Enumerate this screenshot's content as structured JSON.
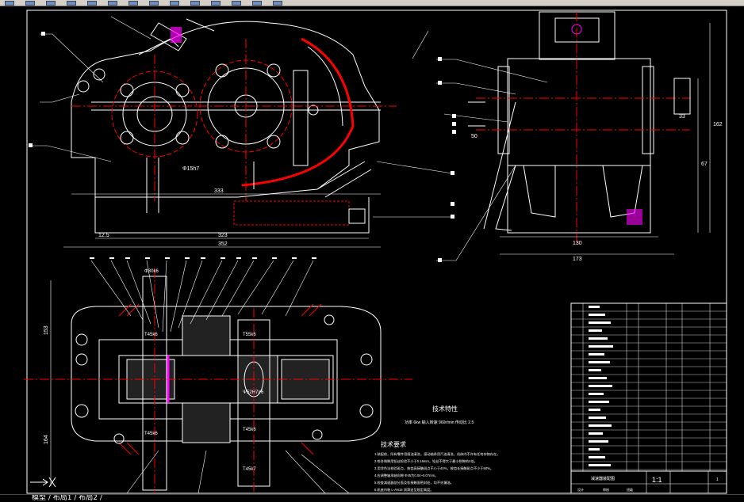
{
  "toolbar": {
    "buttons": [
      "new-icon",
      "open-icon",
      "save-icon",
      "print-icon",
      "cut-icon",
      "copy-icon",
      "paste-icon",
      "undo-icon",
      "redo-icon",
      "pan-icon",
      "zoom-icon",
      "properties-icon",
      "layer-icon",
      "help-icon"
    ]
  },
  "drawing": {
    "front_view": {
      "dim_center": "Φ15h7",
      "dim_width_inner": "333",
      "dim_base": "323",
      "dim_left": "12.5",
      "dim_total": "352"
    },
    "side_view": {
      "dim_flange": "33",
      "dim_height": "67",
      "dim_total_h": "162",
      "dim_base_w": "130",
      "dim_total_w": "173",
      "dim_left": "50"
    },
    "top_view": {
      "dim_shaft_top": "Φ30k6",
      "dim_h1": "153",
      "dim_h2": "164",
      "dim_bear1": "Τ45k6",
      "dim_bear2": "Τ55k6",
      "dim_gear": "Ψ52H7/r6",
      "dim_bear3": "Τ45k6",
      "dim_bear4": "Τ45k6",
      "dim_shaft_bot": "Τ45k7"
    },
    "notes": {
      "spec_title": "技术特性",
      "spec_line": "功率 6kw  输入转速  960r/min  传动比  2.5",
      "req_title": "技术要求",
      "req_lines": [
        "1.装配前，所有零件用煤油清洗，滚动轴承用汽油清洗，机体内不许有任何杂物存在。",
        "2.啡合侧隙用铅丝检验不小于0.16mm，铅丝不得大于最小侧隙的4倍。",
        "3.用涂色法检验斑点，按齿高接触斑点不小于40%，按齿长接触斑点不小于50%。",
        "4.应调整轴承轴向隙 Φ45为0.04~0.07mm。",
        "5.检查减速器剖分面及各接触面密封处，均不许漏油。",
        "6.机座内装 L-AN15 润滑油至规定高度。"
      ]
    },
    "title_block": {
      "scale": "1:1",
      "name": "减速器装配图",
      "sheet": "1",
      "designer": "设计",
      "checker": "审核",
      "school": "班级"
    }
  },
  "command_line": {
    "prompt": "模型  /  布局1  /  布局2  /"
  },
  "colors": {
    "background": "#000000",
    "outline": "#ffffff",
    "centerline": "#ff0000",
    "hatch": "#ff0000",
    "highlight": "#ff00ff",
    "toolbar": "#d4d0c8"
  }
}
